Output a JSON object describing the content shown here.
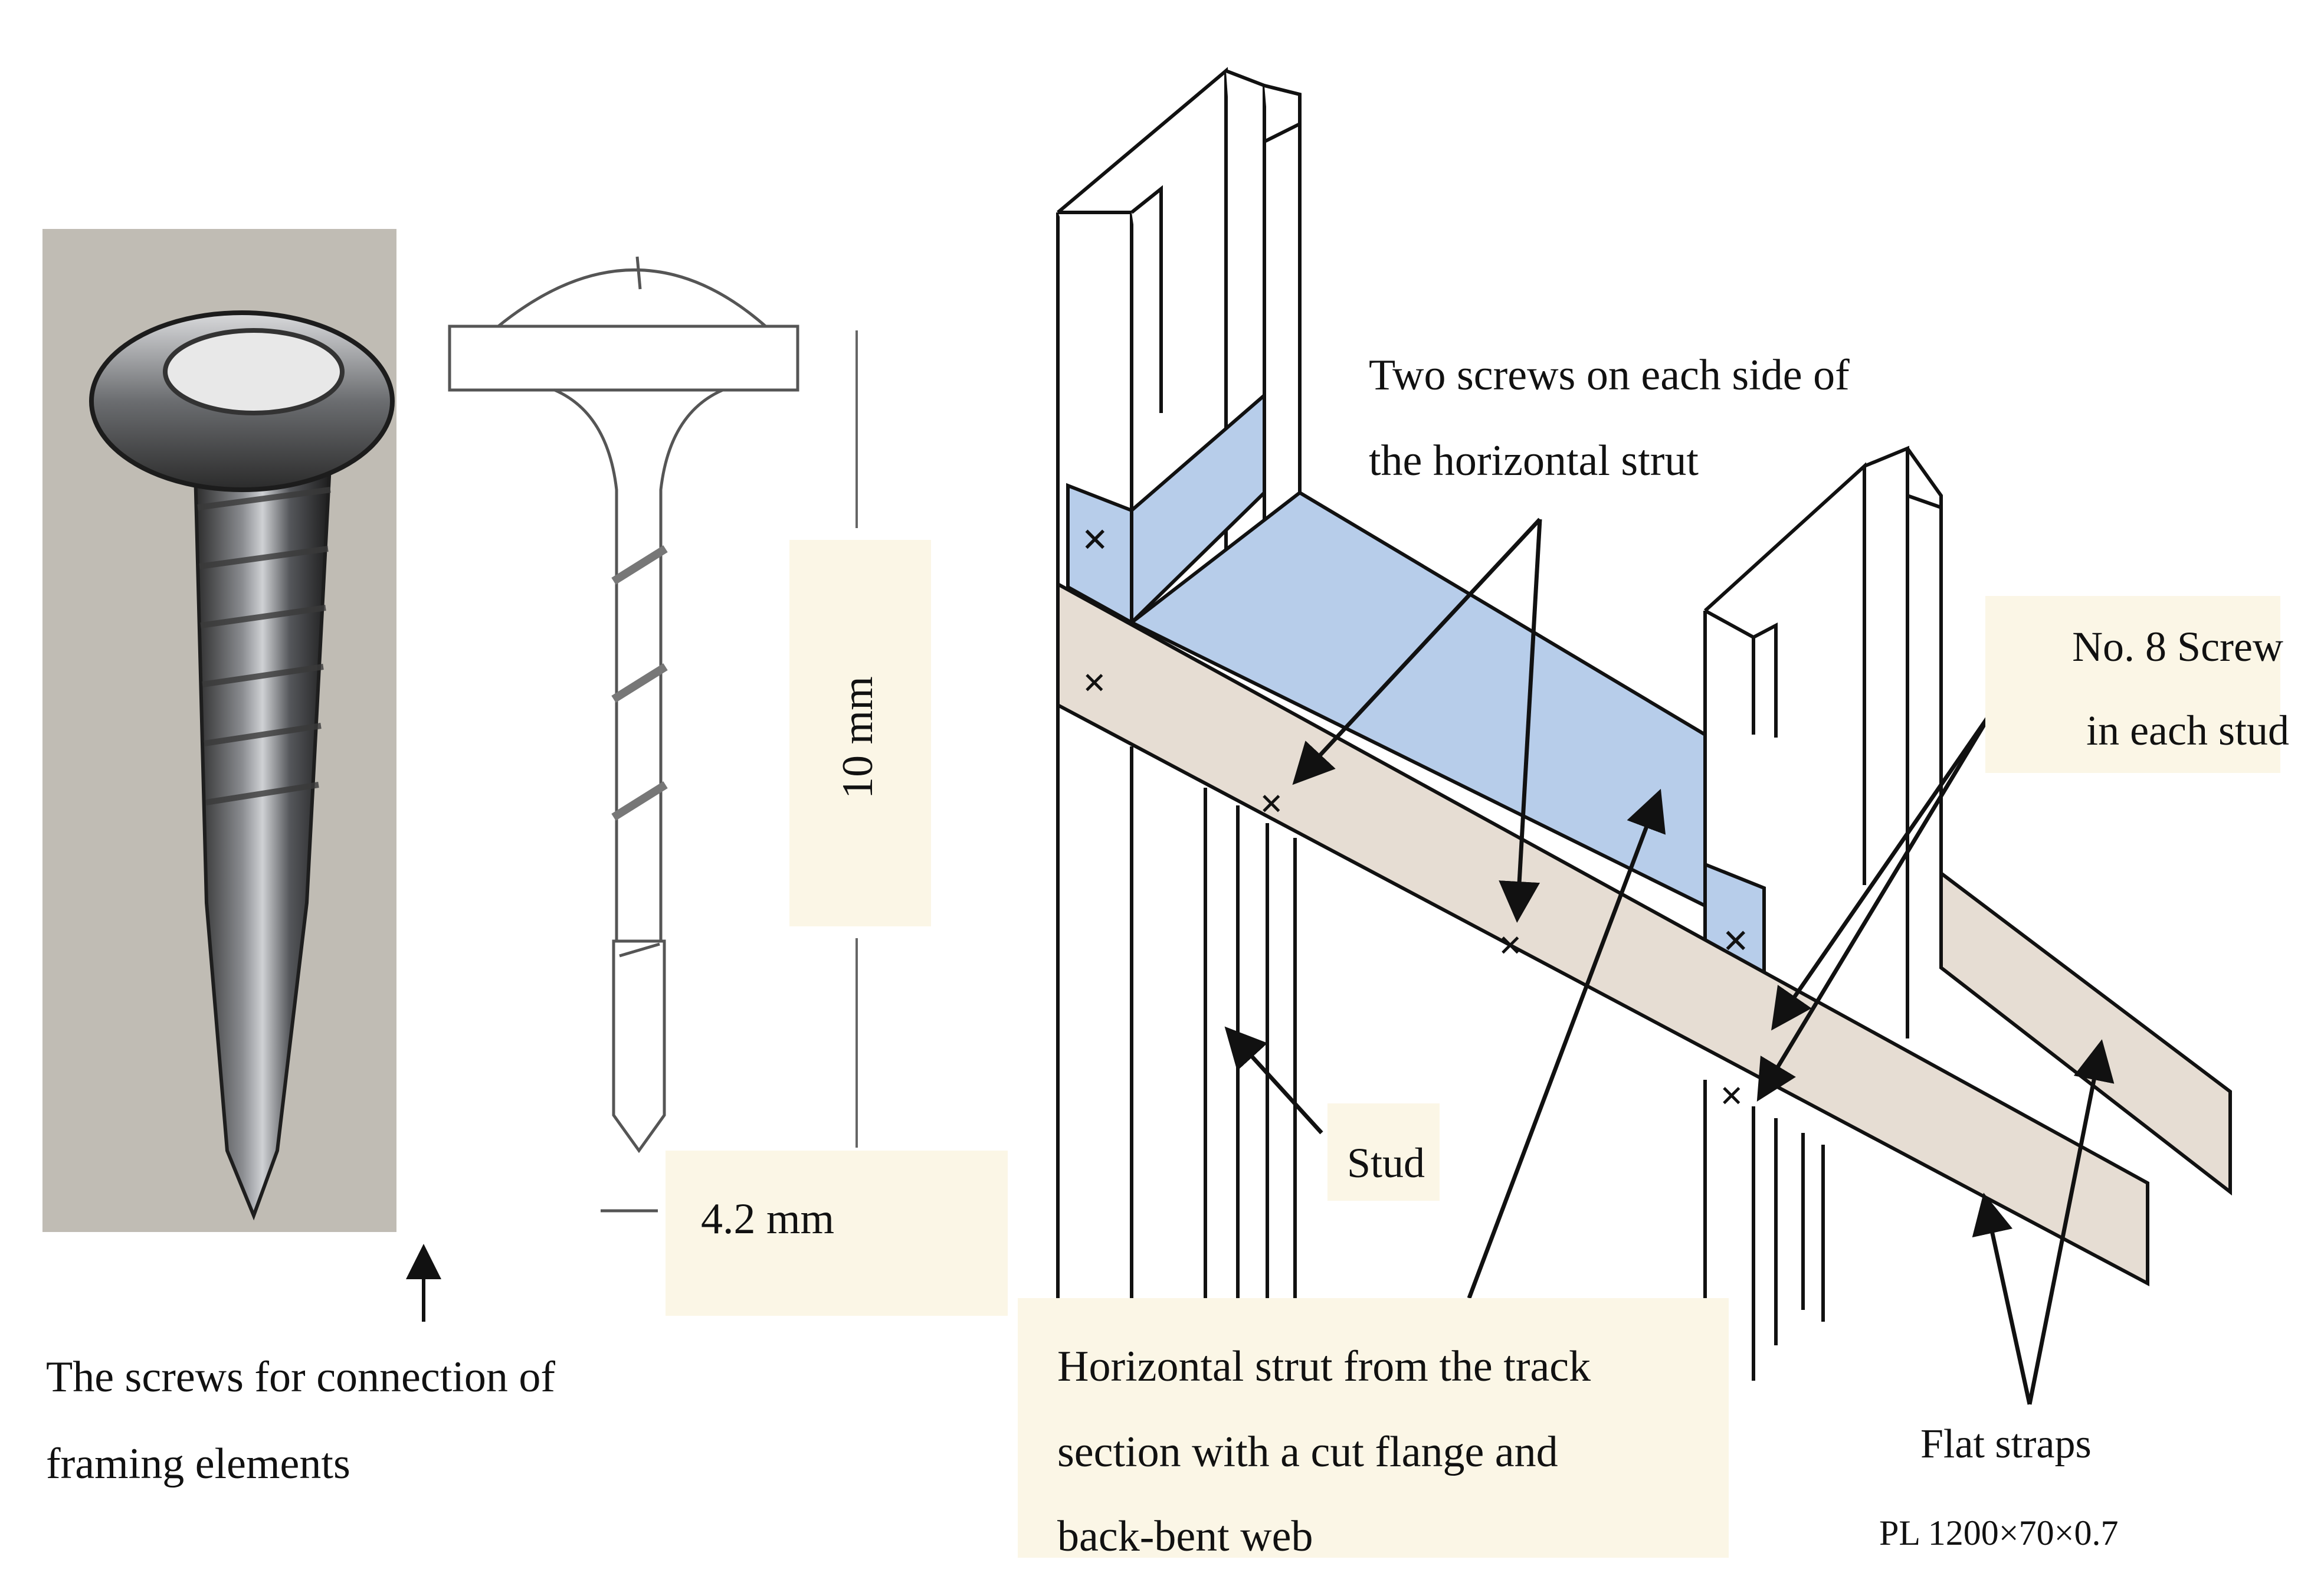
{
  "colors": {
    "background": "#ffffff",
    "line": "#111111",
    "strut_fill": "#b7cdea",
    "strap_fill": "#e6ddd3",
    "label_box": "#fbf6e6",
    "photo_bg": "#b8b4ad"
  },
  "screw_panel": {
    "photo_caption_line1": "The screws for connection of",
    "photo_caption_line2": "framing elements",
    "length_label": "10 mm",
    "diameter_label": "4.2 mm"
  },
  "framing_panel": {
    "two_screws_line1": "Two screws on each side of",
    "two_screws_line2": "the horizontal strut",
    "no8_line1": "No. 8 Screw",
    "no8_line2": "in each stud",
    "stud_label": "Stud",
    "strut_line1": "Horizontal strut from the track",
    "strut_line2": "section with a cut flange and",
    "strut_line3": "back-bent web",
    "flat_straps_label": "Flat straps",
    "strap_spec": "PL 1200×70×0.7",
    "screw_mark": "×"
  }
}
